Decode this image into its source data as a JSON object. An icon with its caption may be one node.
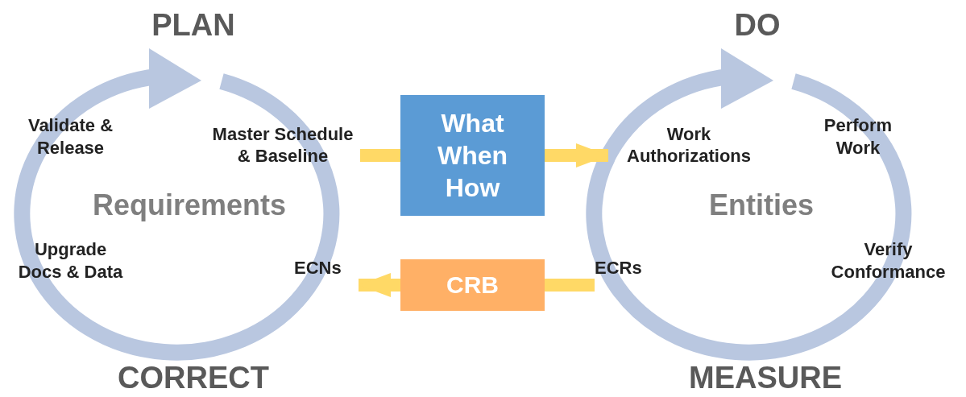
{
  "diagram": {
    "nodes": [
      {
        "text": [
          "Master Schedule & Baseline"
        ]
      },
      {
        "text": [
          "What When How"
        ]
      },
      {
        "text": [
          "Work Authorizations"
        ]
      },
      {
        "text": [
          "ECNs"
        ]
      },
      {
        "text": [
          "CRB"
        ]
      },
      {
        "text": [
          "ECRs"
        ]
      }
    ],
    "edges": [
      {
        "from": 0,
        "to": 1,
        "arrow": "none"
      },
      {
        "from": 1,
        "to": 2,
        "arrow": "to"
      },
      {
        "from": 5,
        "to": 4,
        "arrow": "none"
      },
      {
        "from": 4,
        "to": 3,
        "arrow": "to"
      }
    ],
    "labels": [
      "PLAN",
      "DO",
      "Validate & Release",
      "Perform Work",
      "Requirements",
      "Entities",
      "Upgrade Docs & Data",
      "Verify Conformance",
      "CORRECT",
      "MEASURE"
    ]
  }
}
